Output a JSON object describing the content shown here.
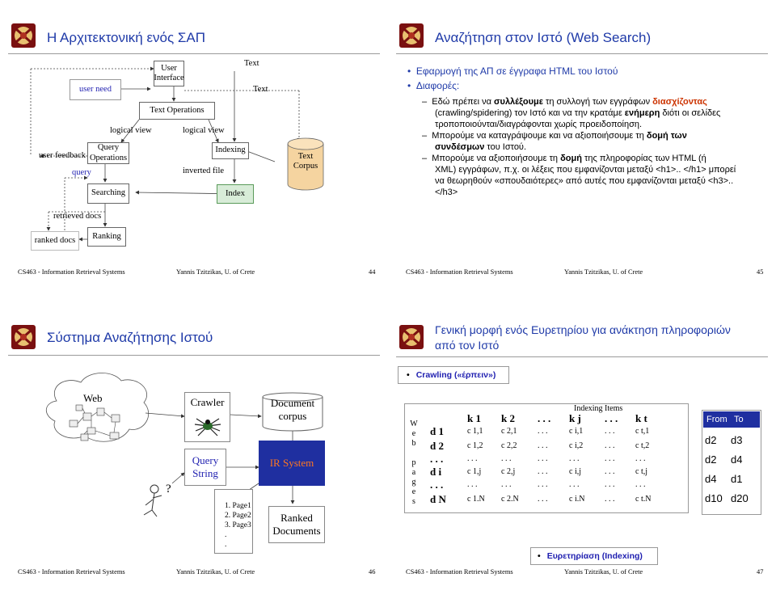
{
  "slide44": {
    "title": "Η Αρχιτεκτονική ενός ΣΑΠ",
    "labels": {
      "user_need": "user need",
      "user_interface": "User Interface",
      "text_top": "Text",
      "text_second": "Text",
      "text_operations": "Text  Operations",
      "logical_view_left": "logical view",
      "logical_view_right": "logical view",
      "query_operations": "Query Operations",
      "user_feedback": "user feedback",
      "indexing": "Indexing",
      "inverted_file": "inverted file",
      "query": "query",
      "searching": "Searching",
      "index": "Index",
      "text_corpus": "Text Corpus",
      "retrieved_docs": "retrieved docs",
      "ranked_docs": "ranked docs",
      "ranking": "Ranking"
    },
    "footer": {
      "course": "CS463 - Information Retrieval Systems",
      "author": "Yannis Tzitzikas, U. of Crete",
      "page": "44"
    }
  },
  "slide45": {
    "title": "Αναζήτηση στον Ιστό (Web Search)",
    "bullet1": "Εφαρμογή της ΑΠ σε έγγραφα HTML του Ιστού",
    "bullet2": "Διαφορές:",
    "sub1_a": "Εδώ πρέπει να ",
    "sub1_b": "συλλέξουμε",
    "sub1_c": " τη συλλογή των εγγράφων ",
    "sub1_d": "διασχίζοντας",
    "sub1_line2_a": "(crawling/spidering) τον Ιστό και να την κρατάμε ",
    "sub1_line2_b": "ενήμερη",
    "sub1_line2_c": " διότι οι σελίδες",
    "sub1_line3": "τροποποιούνται/διαγράφονται  χωρίς προειδοποίηση.",
    "sub2_a": "Μπορούμε να καταγράψουμε και να αξιοποιήσουμε  τη ",
    "sub2_b": "δομή των",
    "sub2_line2_b": "συνδέσμων",
    "sub2_line2_c": " του Ιστού.",
    "sub3_a": "Μπορούμε  να αξιοποιήσουμε τη  ",
    "sub3_b": "δομή",
    "sub3_c": " της πληροφορίας των HTML (ή",
    "sub3_line2": "XML) εγγράφων, π.χ. οι λέξεις που εμφανίζονται μεταξύ <h1>.. </h1> μπορεί",
    "sub3_line3": "να θεωρηθούν «σπουδαιότερες» από αυτές που εμφανίζονται μεταξύ <h3>..",
    "sub3_line4": "</h3>",
    "footer": {
      "course": "CS463 - Information Retrieval Systems",
      "author": "Yannis Tzitzikas, U. of Crete",
      "page": "45"
    }
  },
  "slide46": {
    "title": "Σύστημα Αναζήτησης Ιστού",
    "web": "Web",
    "crawler": "Crawler",
    "query_string": "Query String",
    "question_mark": "?",
    "document_corpus": "Document corpus",
    "ir_system": "IR System",
    "ranked_documents": "Ranked Documents",
    "results": [
      "1. Page1",
      "2. Page2",
      "3. Page3",
      ".",
      "."
    ],
    "footer": {
      "course": "CS463 - Information Retrieval Systems",
      "author": "Yannis Tzitzikas, U. of Crete",
      "page": "46"
    }
  },
  "slide47": {
    "title_line1": "Γενική μορφή ενός Ευρετηρίου για ανάκτηση πληροφοριών",
    "title_line2": "από τον Ιστό",
    "crawling": "Crawling («έρπειν»)",
    "indexing_items": "Indexing Items",
    "webpages_letters": [
      "W",
      "e",
      "b",
      "",
      "p",
      "a",
      "g",
      "e",
      "s"
    ],
    "col_headers": [
      "k 1",
      "k 2",
      ". . .",
      "k j",
      ". . .",
      "k t"
    ],
    "row_headers": [
      "d 1",
      "d 2",
      ". . .",
      "d i",
      ". . .",
      "d N"
    ],
    "rows": [
      [
        "c 1,1",
        "c 2,1",
        ". . .",
        "c i,1",
        ". . .",
        "c t,1"
      ],
      [
        "c 1,2",
        "c 2,2",
        ". . .",
        "c i,2",
        ". . .",
        "c t,2"
      ],
      [
        ". . .",
        ". . .",
        ". . .",
        ". . .",
        ". . .",
        ". . ."
      ],
      [
        "c 1,j",
        "c 2,j",
        ". . .",
        "c i,j",
        ". . .",
        "c t,j"
      ],
      [
        ". . .",
        ". . .",
        ". . .",
        ". . .",
        ". . .",
        ". . ."
      ],
      [
        "c 1.N",
        "c 2.N",
        ". . .",
        "c i.N",
        ". . .",
        "c t.N"
      ]
    ],
    "link_table": {
      "headers": [
        "From",
        "To"
      ],
      "rows": [
        [
          "d2",
          "d3"
        ],
        [
          "d2",
          "d4"
        ],
        [
          "d4",
          "d1"
        ],
        [
          "d10",
          "d20"
        ]
      ]
    },
    "indexing": "Ευρετηρίαση (Indexing)",
    "footer": {
      "course": "CS463 - Information Retrieval Systems",
      "author": "Yannis Tzitzikas, U. of Crete",
      "page": "47"
    }
  }
}
